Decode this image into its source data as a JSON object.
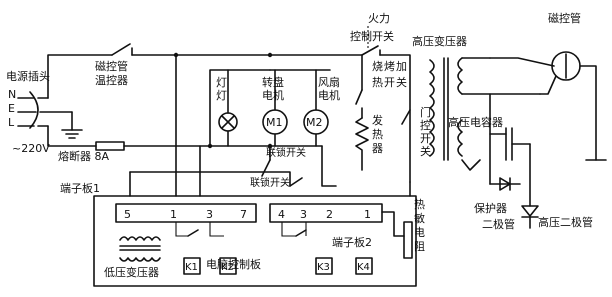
{
  "labels": {
    "power_plug": "电源插头",
    "n": "N",
    "e": "E",
    "l": "L",
    "voltage": "~220V",
    "fuse": "熔断器 8A",
    "thermostat_1": "磁控管",
    "thermostat_2": "温控器",
    "lamp": [
      "灯",
      "灯"
    ],
    "turntable_motor": [
      "转盘",
      "电机"
    ],
    "fan_motor": [
      "风扇",
      "电机"
    ],
    "m1": "M1",
    "m2": "M2",
    "power_switch_1": "火力",
    "power_switch_2": "控制开关",
    "hv_transformer": "高压变压器",
    "magnetron": "磁控管",
    "grill_heat_switch": [
      "烧",
      "烤",
      "加",
      "热",
      "开",
      "关"
    ],
    "heater": [
      "发",
      "热",
      "器"
    ],
    "door_switch": [
      "门",
      "控",
      "开",
      "关"
    ],
    "hv_capacitor": "高压电容器",
    "door_switch_a": "联锁开关",
    "door_switch_b": "联锁开关",
    "terminal_1": "端子板1",
    "terminal_2": "端子板2",
    "t1_pins": [
      "5",
      "1",
      "3",
      "7"
    ],
    "t2_pins": [
      "4",
      "3",
      "2",
      "1"
    ],
    "thermistor": [
      "热",
      "敏",
      "电",
      "阻"
    ],
    "protector_1": "保护器",
    "protector_2": "二极管",
    "hv_diode": "高压二极管",
    "lv_transformer": "低压变压器",
    "control_board": "电脑控制板",
    "k1": "K1",
    "k2": "K2",
    "k3": "K3",
    "k4": "K4"
  }
}
